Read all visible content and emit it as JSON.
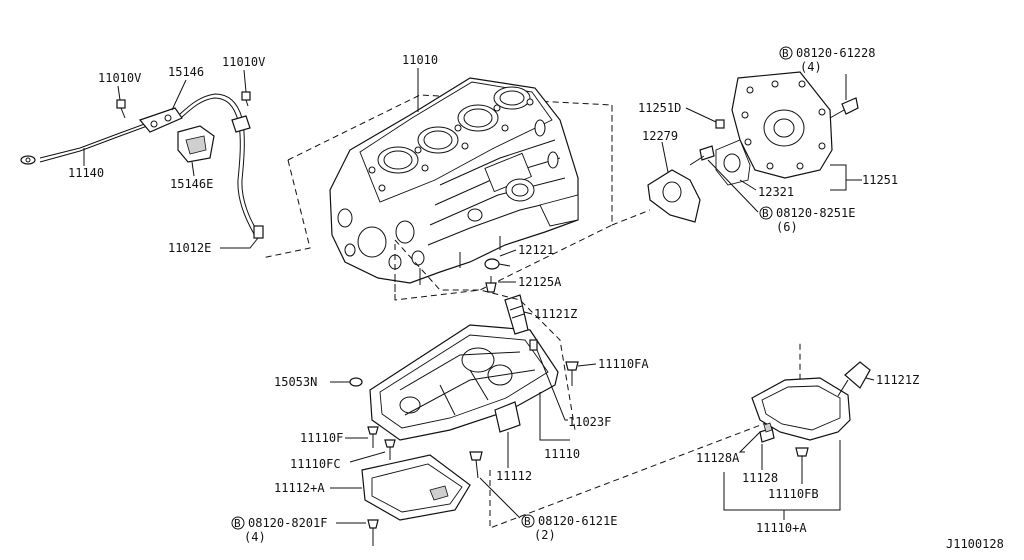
{
  "labels": {
    "l_11010": "11010",
    "l_11010v_left": "11010V",
    "l_15146": "15146",
    "l_11010v_right": "11010V",
    "l_11140": "11140",
    "l_15146e": "15146E",
    "l_11012e": "11012E",
    "l_12121": "12121",
    "l_12125a": "12125A",
    "l_11121z_top": "11121Z",
    "l_11110fa": "11110FA",
    "l_15053n": "15053N",
    "l_11023f": "11023F",
    "l_11110f": "11110F",
    "l_11110": "11110",
    "l_11110fc": "11110FC",
    "l_11112": "11112",
    "l_11112a": "11112+A",
    "l_08120_8201f": "08120-8201F",
    "l_08120_8201f_qty": "(4)",
    "l_08120_6121e": "08120-6121E",
    "l_08120_6121e_qty": "(2)",
    "l_08120_61228": "08120-61228",
    "l_08120_61228_qty": "(4)",
    "l_11251d": "11251D",
    "l_12279": "12279",
    "l_11251": "11251",
    "l_12321": "12321",
    "l_08120_8251e": "08120-8251E",
    "l_08120_8251e_qty": "(6)",
    "l_11121z_right": "11121Z",
    "l_11128a": "11128A",
    "l_11128": "11128",
    "l_11110fb": "11110FB",
    "l_11110a": "11110+A",
    "bolt_marker": "B",
    "figure_id": "J1100128"
  }
}
